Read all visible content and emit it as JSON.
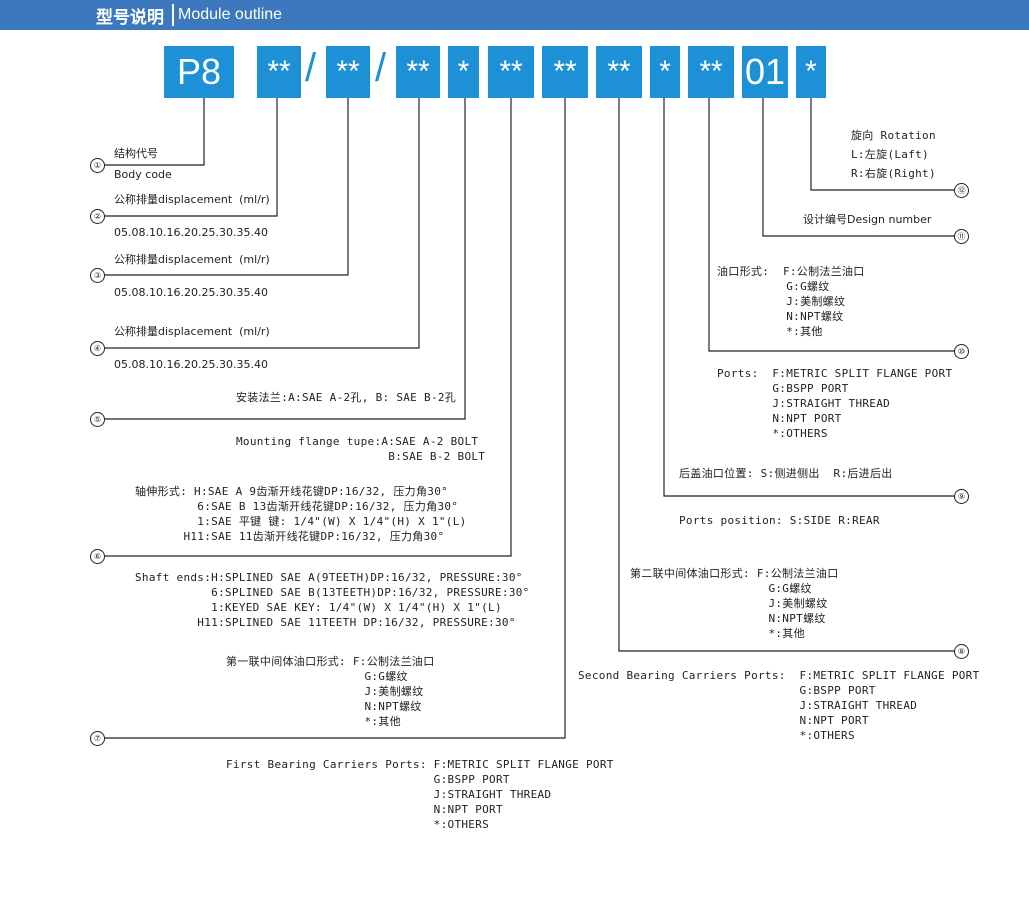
{
  "header": {
    "title_zh": "型号说明",
    "title_en": "Module outline"
  },
  "code_boxes": [
    "P8",
    "**",
    "**",
    "**",
    "*",
    "**",
    "**",
    "**",
    "*",
    "**",
    "01",
    "*"
  ],
  "slash": "/",
  "items": [
    {
      "num": "①",
      "lines": [
        "结构代号",
        "Body code"
      ]
    },
    {
      "num": "②",
      "lines": [
        "公称排量displacement  (ml/r)",
        "05.08.10.16.20.25.30.35.40"
      ]
    },
    {
      "num": "③",
      "lines": [
        "公称排量displacement  (ml/r)",
        "05.08.10.16.20.25.30.35.40"
      ]
    },
    {
      "num": "④",
      "lines": [
        "公称排量displacement  (ml/r)",
        "05.08.10.16.20.25.30.35.40"
      ]
    },
    {
      "num": "⑤",
      "zh": "安装法兰:A:SAE A-2孔, B: SAE B-2孔",
      "en": "Mounting flange tupe:A:SAE A-2 BOLT\n                      B:SAE B-2 BOLT"
    },
    {
      "num": "⑥",
      "zh": "轴伸形式: H:SAE A 9齿渐开线花键DP:16/32, 压力角30°\n         6:SAE B 13齿渐开线花键DP:16/32, 压力角30°\n         1:SAE 平键 键: 1/4\"(W) X 1/4\"(H) X 1\"(L)\n       H11:SAE 11齿渐开线花键DP:16/32, 压力角30°",
      "en": "Shaft ends:H:SPLINED SAE A(9TEETH)DP:16/32, PRESSURE:30°\n           6:SPLINED SAE B(13TEETH)DP:16/32, PRESSURE:30°\n           1:KEYED SAE KEY: 1/4\"(W) X 1/4\"(H) X 1\"(L)\n         H11:SPLINED SAE 11TEETH DP:16/32, PRESSURE:30°"
    },
    {
      "num": "⑦",
      "zh": "第一联中间体油口形式: F:公制法兰油口\n                    G:G螺纹\n                    J:美制螺纹\n                    N:NPT螺纹\n                    *:其他",
      "en": "First Bearing Carriers Ports: F:METRIC SPLIT FLANGE PORT\n                              G:BSPP PORT\n                              J:STRAIGHT THREAD\n                              N:NPT PORT\n                              *:OTHERS"
    },
    {
      "num": "⑧",
      "zh": "第二联中间体油口形式: F:公制法兰油口\n                    G:G螺纹\n                    J:美制螺纹\n                    N:NPT螺纹\n                    *:其他",
      "en": "Second Bearing Carriers Ports:  F:METRIC SPLIT FLANGE PORT\n                                G:BSPP PORT\n                                J:STRAIGHT THREAD\n                                N:NPT PORT\n                                *:OTHERS"
    },
    {
      "num": "⑨",
      "zh": "后盖油口位置: S:侧进侧出  R:后进后出",
      "en": "Ports position: S:SIDE R:REAR"
    },
    {
      "num": "⑩",
      "zh": "油口形式:  F:公制法兰油口\n          G:G螺纹\n          J:美制螺纹\n          N:NPT螺纹\n          *:其他",
      "en": "Ports:  F:METRIC SPLIT FLANGE PORT\n        G:BSPP PORT\n        J:STRAIGHT THREAD\n        N:NPT PORT\n        *:OTHERS"
    },
    {
      "num": "⑪",
      "lines": [
        "设计编号Design number"
      ]
    },
    {
      "num": "⑫",
      "lines": [
        "旋向 Rotation",
        "L:左旋(Laft)",
        "R:右旋(Right)"
      ]
    }
  ]
}
